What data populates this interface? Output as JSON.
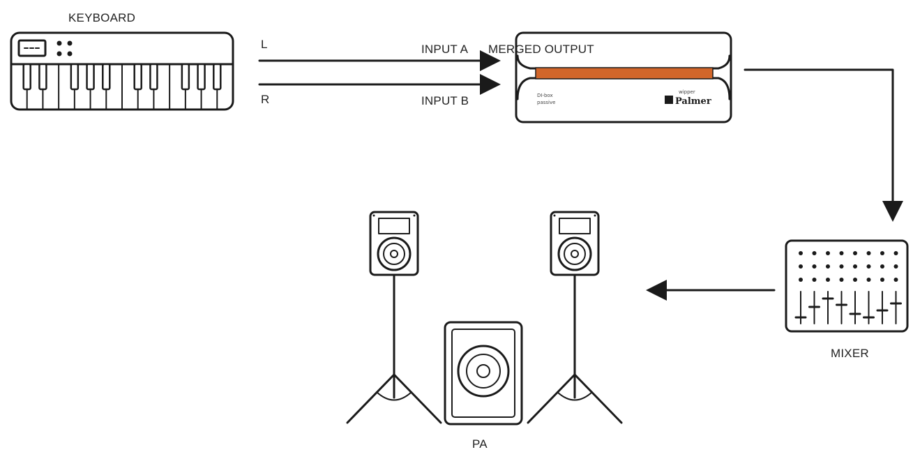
{
  "labels": {
    "keyboard": "KEYBOARD",
    "left": "L",
    "right": "R",
    "input_a": "INPUT A",
    "input_b": "INPUT B",
    "merged_output": "MERGED OUTPUT",
    "mixer": "MIXER",
    "pa": "PA"
  },
  "dibox": {
    "model_line1": "DI-box",
    "model_line2": "passive",
    "brand_small": "wipper",
    "brand": "Palmer",
    "accent_color": "#d2662a"
  },
  "icons": {
    "keyboard": "keyboard-icon",
    "dibox": "di-box-icon",
    "mixer": "mixer-icon",
    "speaker_left": "speaker-on-stand-icon",
    "speaker_right": "speaker-on-stand-icon",
    "subwoofer": "subwoofer-icon"
  }
}
